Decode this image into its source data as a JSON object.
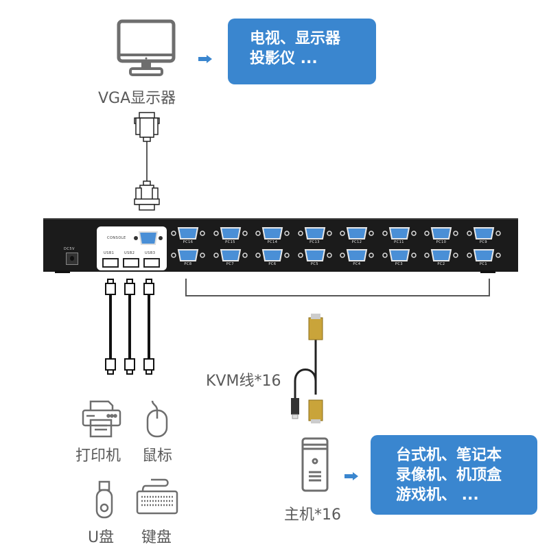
{
  "monitor": {
    "icon": "monitor-icon",
    "label": "VGA显示器"
  },
  "display_box": {
    "lines": [
      "电视、显示器",
      "投影仪  ..."
    ],
    "color": "#3a86cf"
  },
  "kvm_switch": {
    "console_label": "CONSOLE",
    "usb_labels": [
      "USB1",
      "USB2",
      "USB3"
    ],
    "power_label": "DC5V",
    "ports_top": [
      "PC16",
      "PC15",
      "PC14",
      "PC13",
      "PC12",
      "PC11",
      "PC10",
      "PC9"
    ],
    "ports_bottom": [
      "PC8",
      "PC7",
      "PC6",
      "PC5",
      "PC4",
      "PC3",
      "PC2",
      "PC1"
    ],
    "port_color": "#4a8fd6"
  },
  "kvm_cable": {
    "label": "KVM线*16"
  },
  "peripherals": [
    {
      "icon": "printer-icon",
      "label": "打印机"
    },
    {
      "icon": "mouse-icon",
      "label": "鼠标"
    },
    {
      "icon": "usb-drive-icon",
      "label": "U盘"
    },
    {
      "icon": "keyboard-icon",
      "label": "键盘"
    }
  ],
  "host": {
    "icon": "pc-tower-icon",
    "label": "主机*16"
  },
  "host_box": {
    "lines": [
      "台式机、笔记本",
      "录像机、机顶盒",
      "游戏机、 ..."
    ],
    "color": "#3a86cf"
  }
}
